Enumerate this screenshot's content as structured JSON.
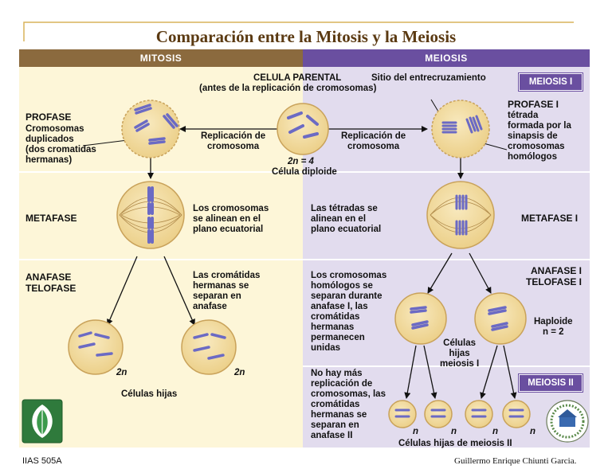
{
  "title": "Comparación entre la Mitosis y la Meiosis",
  "headers": {
    "mitosis": "MITOSIS",
    "meiosis": "MEIOSIS"
  },
  "parental": {
    "title": "CELULA PARENTAL",
    "subtitle": "(antes de la replicación de cromosomas)",
    "crossover": "Sitio del entrecruzamiento",
    "ploidy": "2n = 4",
    "cell": "Célula diploide",
    "replication_left": "Replicación de\ncromosoma",
    "replication_right": "Replicación de\ncromosoma"
  },
  "mitosis": {
    "profase": "PROFASE",
    "profase_desc": "Cromosomas\nduplicados\n(dos cromatidas\nhermanas)",
    "metafase": "METAFASE",
    "metafase_desc": "Los cromosomas\nse alinean en el\nplano ecuatorial",
    "anafase": "ANAFASE\nTELOFASE",
    "anafase_desc": "Las cromátidas\nhermanas se\nseparan en\nanafase",
    "ploidy_left": "2n",
    "ploidy_right": "2n",
    "daughters": "Células hijas"
  },
  "meiosis": {
    "badge_1": "MEIOSIS I",
    "profase": "PROFASE I",
    "profase_desc": "tétrada\nformada por la\nsinapsis de\ncromosomas\nhomólogos",
    "metafase": "METAFASE I",
    "metafase_desc": "Las tétradas se\nalinean en el\nplano ecuatorial",
    "anafase": "ANAFASE I\nTELOFASE I",
    "anafase_desc": "Los cromosomas\nhomólogos se\nseparan durante\nanafase I, las\ncromátidas\nhermanas\npermanecen\nunidas",
    "haploid": "Haploide\nn = 2",
    "cells_1": "Células\nhijas\nmeiosis I",
    "badge_2": "MEIOSIS II",
    "meiosis2_desc": "No hay más\nreplicación de\ncromosomas, las\ncromátidas\nhermanas se\nseparan en\nanafase II",
    "n_labels": [
      "n",
      "n",
      "n",
      "n"
    ],
    "daughters_2": "Células hijas de meiosis II"
  },
  "footer": {
    "left": "IIAS 505A",
    "right": "Guillermo Enrique Chiunti Garcia."
  },
  "colors": {
    "mitosis_header": "#8b6a3e",
    "meiosis_header": "#6a4fa0",
    "mitosis_bg": "#fdf6d8",
    "meiosis_bg": "#e2dcee",
    "cell_fill": "#f3dea4",
    "cell_stroke": "#c9a25a",
    "chromosome": "#6b6ac4",
    "title": "#5b3a12"
  }
}
